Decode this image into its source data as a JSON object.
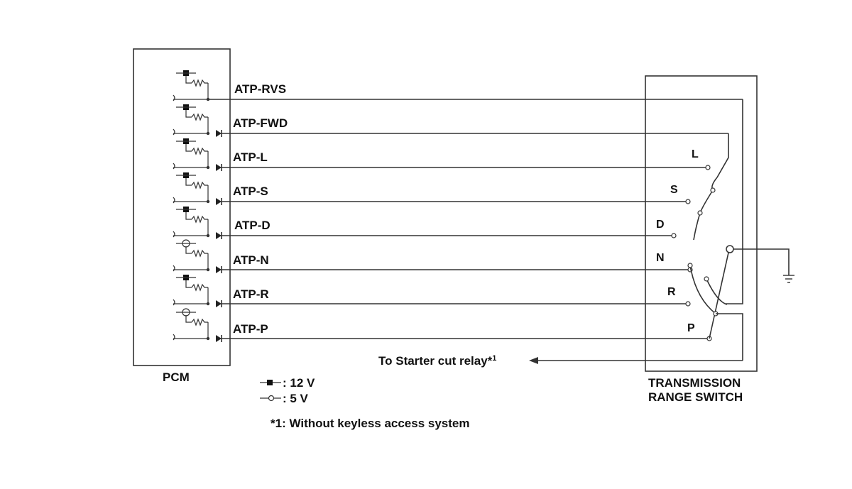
{
  "pcm": {
    "title": "PCM"
  },
  "switch": {
    "title_line1": "TRANSMISSION",
    "title_line2": "RANGE SWITCH"
  },
  "signals": [
    {
      "name": "ATP-RVS",
      "supply": "12V",
      "diode": false
    },
    {
      "name": "ATP-FWD",
      "supply": "12V",
      "diode": true
    },
    {
      "name": "ATP-L",
      "supply": "12V",
      "diode": true,
      "position": "L"
    },
    {
      "name": "ATP-S",
      "supply": "12V",
      "diode": true,
      "position": "S"
    },
    {
      "name": "ATP-D",
      "supply": "12V",
      "diode": true,
      "position": "D"
    },
    {
      "name": "ATP-N",
      "supply": "5V",
      "diode": true,
      "position": "N"
    },
    {
      "name": "ATP-R",
      "supply": "12V",
      "diode": true,
      "position": "R"
    },
    {
      "name": "ATP-P",
      "supply": "5V",
      "diode": true,
      "position": "P"
    }
  ],
  "starter": {
    "label": "To Starter cut relay*",
    "sup": "1"
  },
  "legend": {
    "v12": ": 12 V",
    "v5": ": 5 V"
  },
  "footnote": "*1: Without keyless access system",
  "colors": {
    "line": "#333333",
    "text": "#111111"
  }
}
